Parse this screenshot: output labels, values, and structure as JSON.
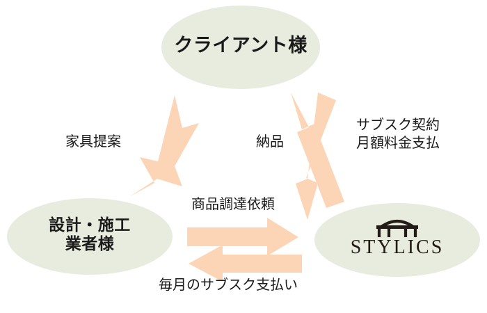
{
  "diagram": {
    "title": "STYLICS subscription furniture business flow",
    "colors": {
      "node_fill": "#e8ecdf",
      "arrow_fill": "#fbd5b5",
      "text": "#1a1a1a",
      "logo_text": "#231b16",
      "background": "#ffffff"
    },
    "nodes": [
      {
        "id": "client",
        "label_line1": "クライアント様",
        "shape": "ellipse"
      },
      {
        "id": "builder",
        "label_line1": "設計・施工",
        "label_line2": "業者様",
        "shape": "ellipse"
      },
      {
        "id": "stylics",
        "label": "STYLICS",
        "icon": "furniture-logo-icon",
        "shape": "ellipse"
      }
    ],
    "edges": [
      {
        "id": "furniture-proposal",
        "label": "家具提案",
        "from": "builder",
        "to": "client",
        "direction": "up-right"
      },
      {
        "id": "delivery",
        "label": "納品",
        "from": "stylics",
        "to": "client",
        "direction": "up-left"
      },
      {
        "id": "subscription-contract",
        "label_line1": "サブスク契約",
        "label_line2": "月額料金支払",
        "from": "client",
        "to": "stylics",
        "direction": "down-right"
      },
      {
        "id": "procurement-request",
        "label": "商品調達依頼",
        "from": "builder",
        "to": "stylics",
        "direction": "right"
      },
      {
        "id": "monthly-payment",
        "label": "毎月のサブスク支払い",
        "from": "stylics",
        "to": "builder",
        "direction": "left"
      }
    ]
  }
}
